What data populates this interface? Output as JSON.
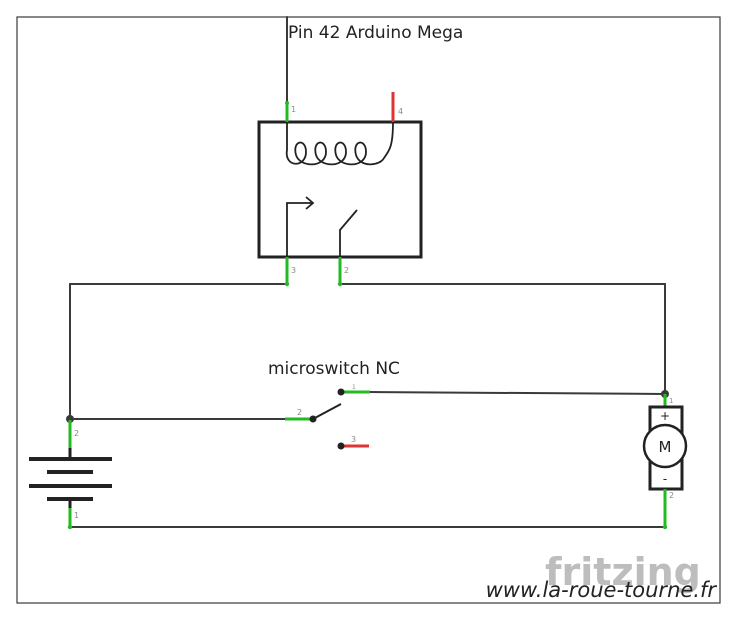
{
  "labels": {
    "arduino_pin": "Pin 42 Arduino Mega",
    "microswitch": "microswitch NC",
    "motor_symbol": "M",
    "motor_plus": "+",
    "motor_minus": "-"
  },
  "pin_numbers": {
    "relay_coil_in": "1",
    "relay_coil_out": "4",
    "relay_common": "3",
    "relay_contact": "2",
    "switch_common": "2",
    "switch_nc": "1",
    "switch_no": "3",
    "battery_top": "2",
    "battery_bottom": "1",
    "motor_top": "1",
    "motor_bottom": "2"
  },
  "watermark": {
    "brand": "fritzing",
    "website": "www.la-roue-tourne.fr"
  },
  "colors": {
    "wire": "#3a3a3a",
    "connected_pin": "#22bb22",
    "unconnected_pin": "#e03333",
    "watermark": "#bdbdbd"
  }
}
